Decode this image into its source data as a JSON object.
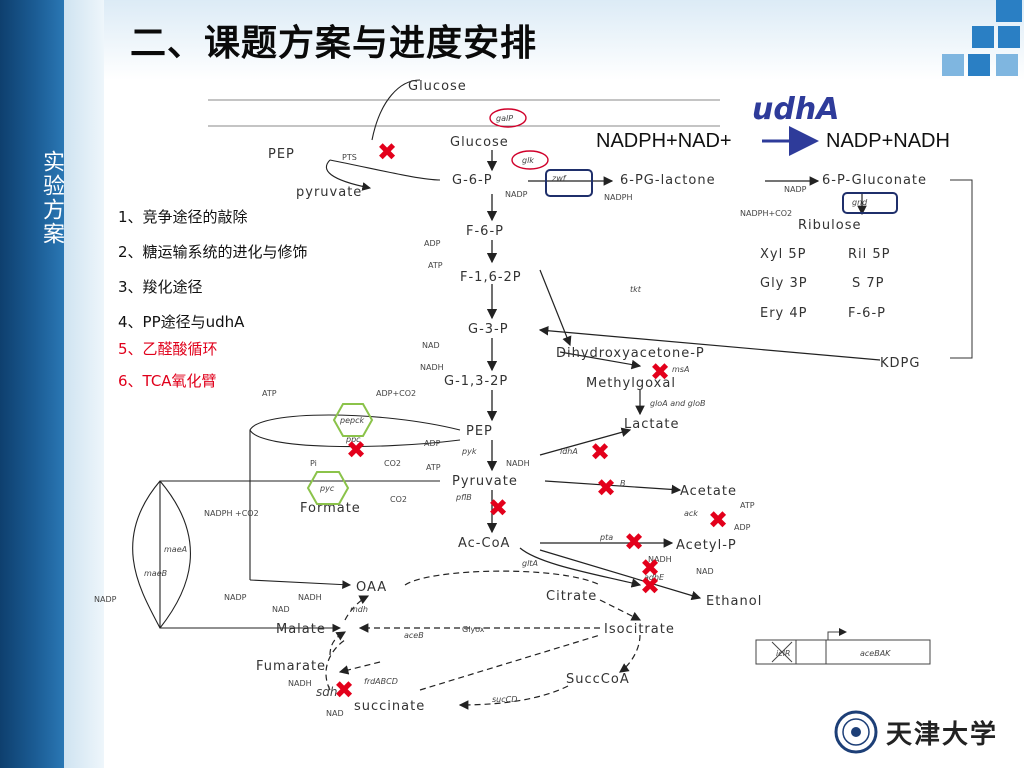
{
  "slide": {
    "title": "二、课题方案与进度安排",
    "side_label": "实验方案",
    "logo_text": "天津大学"
  },
  "udha_panel": {
    "title": "udhA",
    "left": "NADPH+NAD+",
    "right": "NADP+NADH"
  },
  "strategies": [
    {
      "text": "1、竞争途径的敲除",
      "color": "#111111"
    },
    {
      "text": "2、糖运输系统的进化与修饰",
      "color": "#111111"
    },
    {
      "text": "3、羧化途径",
      "color": "#111111"
    },
    {
      "text": "4、PP途径与udhA",
      "color": "#111111"
    },
    {
      "text": "5、乙醛酸循环",
      "color": "#e0001b"
    },
    {
      "text": "6、TCA氧化臂",
      "color": "#e0001b"
    }
  ],
  "metabolites": {
    "glucose_out": "Glucose",
    "glucose_in": "Glucose",
    "pep_top": "PEP",
    "pyruvate_top": "pyruvate",
    "g6p": "G-6-P",
    "pgl": "6-PG-lactone",
    "pgluconate": "6-P-Gluconate",
    "ribulose": "Ribulose",
    "f6p": "F-6-P",
    "f16p": "F-1,6-2P",
    "g3p": "G-3-P",
    "xyl5p": "Xyl 5P",
    "ril5p": "Ril 5P",
    "gly3p": "Gly 3P",
    "s7p": "S 7P",
    "ery4p": "Ery 4P",
    "f6p_right": "F-6-P",
    "dhap": "Dihydroxyacetone-P",
    "kdpg": "KDPG",
    "g13p": "G-1,3-2P",
    "methylglyoxal": "Methylgoxal",
    "lactate": "Lactate",
    "pep": "PEP",
    "pyruvate": "Pyruvate",
    "acetate": "Acetate",
    "formate": "Formate",
    "accoa": "Ac-CoA",
    "acetylp": "Acetyl-P",
    "ethanol": "Ethanol",
    "oaa": "OAA",
    "citrate": "Citrate",
    "malate": "Malate",
    "isocitrate": "Isocitrate",
    "fumarate": "Fumarate",
    "succcoa": "SuccCoA",
    "succinate": "succinate"
  },
  "cofactors": {
    "pts": "PTS",
    "nadp1": "NADP",
    "nadph1": "NADPH",
    "nadp2": "NADP",
    "nadph_co2": "NADPH+CO2",
    "adp1": "ADP",
    "atp1": "ATP",
    "nad1": "NAD",
    "nadh1": "NADH",
    "atp2": "ATP",
    "adp_co2": "ADP+CO2",
    "adp2": "ADP",
    "atp3": "ATP",
    "pi": "Pi",
    "co2_1": "CO2",
    "nadh2": "NADH",
    "co2_2": "CO2",
    "nadph_co2_2": "NADPH\n+CO2",
    "atp4": "ATP",
    "adp3": "ADP",
    "nadh3": "NADH",
    "nad2": "NAD",
    "nadp3": "NADP",
    "nadp4": "NADP",
    "nadh4": "NADH",
    "nad3": "NAD",
    "glyox": "Glyox",
    "nadh5": "NADH",
    "nad4": "NAD"
  },
  "enzymes": {
    "galp": "galP",
    "glk": "glk",
    "zwf": "zwf",
    "gnd": "gnd",
    "tkt": "tkt",
    "msa": "msA",
    "gloab": "gloA and gloB",
    "pepck": "pepck",
    "ppc": "ppc",
    "pyk": "pyk",
    "ldha": "ldhA",
    "pyc": "pyc",
    "pflb": "pflB",
    "poxb": "B",
    "ack": "ack",
    "pta": "pta",
    "adhe": "adhE",
    "gltA": "gltA",
    "maeA": "maeA",
    "maeB": "maeB",
    "mdh": "mdh",
    "aceB": "aceB",
    "frdabcd": "frdABCD",
    "sdh": "sdh",
    "succd": "sucCD"
  },
  "operon": {
    "gene1": "iclR",
    "gene2": "aceBAK"
  },
  "colors": {
    "accent": "#2e3b9a",
    "knockout": "#e3001b",
    "highlight": "#8bc34a",
    "box": "#1f2f6b"
  }
}
